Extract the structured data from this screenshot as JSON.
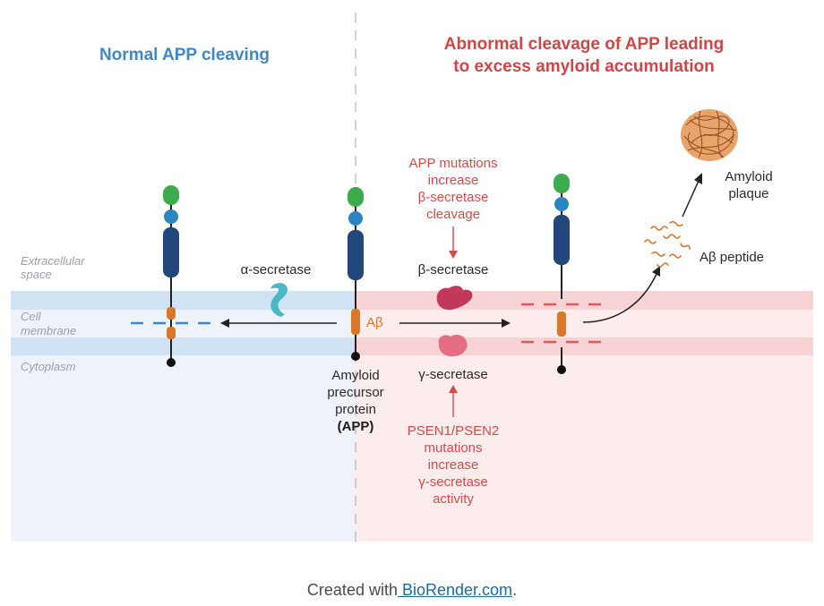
{
  "titles": {
    "normal": "Normal APP cleaving",
    "abnormal_line1": "Abnormal cleavage of APP leading",
    "abnormal_line2": "to excess amyloid accumulation"
  },
  "regions": {
    "extracellular_line1": "Extracellular",
    "extracellular_line2": "space",
    "membrane_line1": "Cell",
    "membrane_line2": "membrane",
    "cytoplasm": "Cytoplasm"
  },
  "labels": {
    "alpha_secretase": "α-secretase",
    "beta_secretase": "β-secretase",
    "gamma_secretase": "γ-secretase",
    "abeta": "Aβ",
    "app_line1": "Amyloid",
    "app_line2": "precursor",
    "app_line3": "protein",
    "app_line4": "(APP)",
    "app_mut_line1": "APP mutations",
    "app_mut_line2": "increase",
    "app_mut_line3": "β-secretase",
    "app_mut_line4": "cleavage",
    "psen_line1": "PSEN1/PSEN2",
    "psen_line2": "mutations",
    "psen_line3": "increase",
    "psen_line4": "γ-secretase",
    "psen_line5": "activity",
    "abeta_peptide": "Aβ peptide",
    "plaque_line1": "Amyloid",
    "plaque_line2": "plaque"
  },
  "credit": {
    "prefix": "Created with",
    "link": " BioRender.com",
    "suffix": "."
  },
  "colors": {
    "left_bg": "#eef3fb",
    "right_bg": "#fcecec",
    "membrane_blue": "#cfe3f5",
    "membrane_red": "#f8d3d6",
    "protein_dark_blue": "#22477b",
    "protein_light_blue": "#2a86c1",
    "protein_green": "#3cab4c",
    "abeta_orange": "#d9772a",
    "alpha_teal": "#4bb8c4",
    "beta_crimson": "#c2385a",
    "gamma_pink": "#e56e84",
    "mutation_red": "#d64a4a",
    "plaque_brown": "#c9753a"
  }
}
